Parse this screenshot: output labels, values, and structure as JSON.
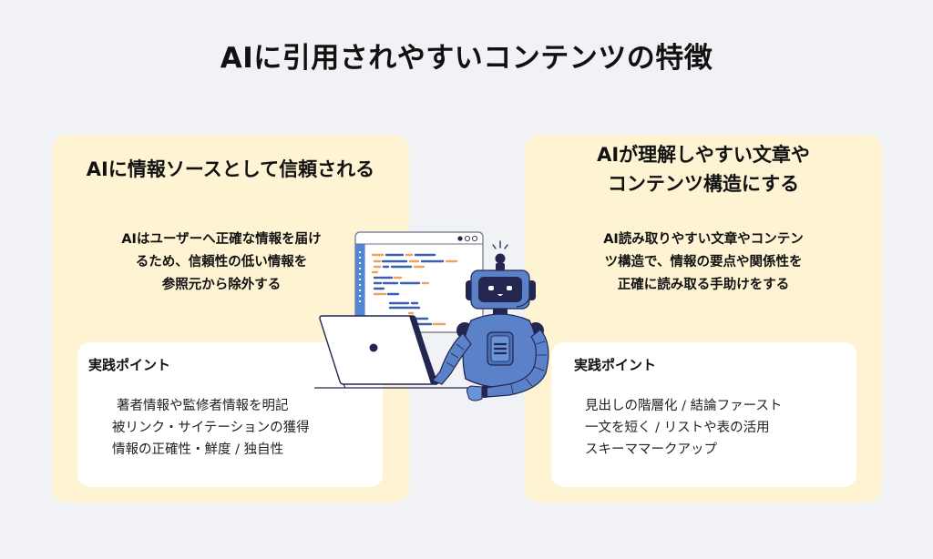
{
  "title": "AIに引用されやすいコンテンツの特徴",
  "cards": [
    {
      "heading": "AIに情報ソースとして信頼される",
      "description_lines": [
        "AIはユーザーへ正確な情報を届け",
        "るため、信頼性の低い情報を",
        "参照元から除外する"
      ],
      "points_title": "実践ポイント",
      "points": [
        "著者情報や監修者情報を明記",
        "被リンク・サイテーションの獲得",
        "情報の正確性・鮮度 / 独自性"
      ]
    },
    {
      "heading_lines": [
        "AIが理解しやすい文章や",
        "コンテンツ構造にする"
      ],
      "description_lines": [
        "AI読み取りやすい文章やコンテン",
        "ツ構造で、情報の要点や関係性を",
        "正確に読み取る手助けをする"
      ],
      "points_title": "実践ポイント",
      "points": [
        "見出しの階層化 / 結論ファースト",
        "一文を短く / リストや表の活用",
        "スキーママークアップ"
      ]
    }
  ],
  "illustration": {
    "subject": "robot-at-laptop-with-code-window",
    "colors": {
      "robot_blue": "#5b82c9",
      "robot_dark": "#232650",
      "code_accent_orange": "#f0a25b",
      "code_accent_blue": "#3d5fa8",
      "sidebar_blue": "#4f86d6"
    }
  },
  "colors": {
    "background": "#f1f2f5",
    "card_background": "#fef4d3",
    "inner_box": "#ffffff",
    "text": "#111111"
  }
}
